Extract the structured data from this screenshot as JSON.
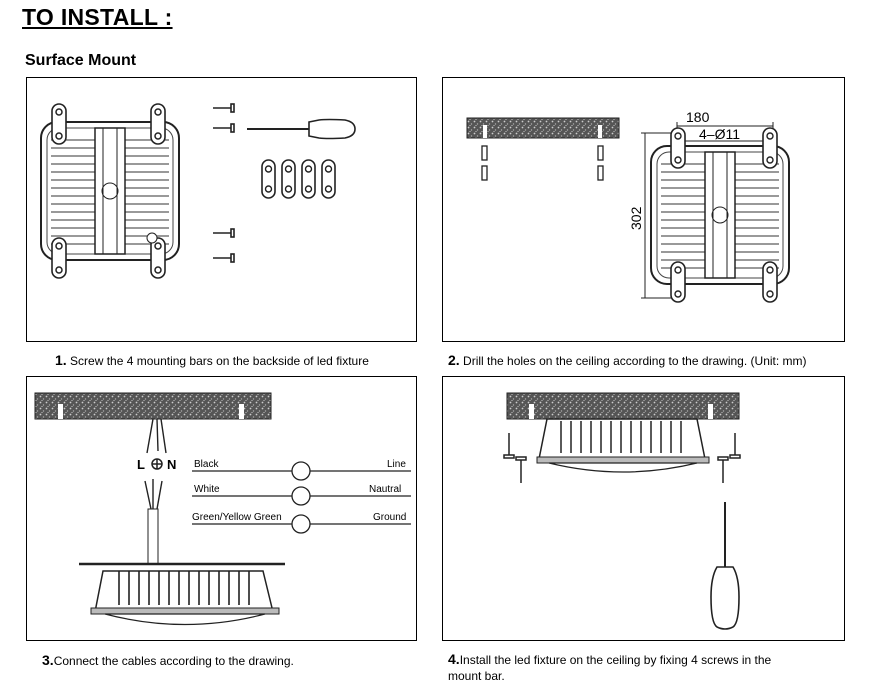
{
  "title": "TO INSTALL :",
  "subtitle": "Surface Mount",
  "steps": [
    {
      "num": "1.",
      "text": "Screw the 4 mounting bars on the backside of led fixture"
    },
    {
      "num": "2.",
      "text": "Drill the holes on the ceiling according to the drawing. (Unit: mm)"
    },
    {
      "num": "3.",
      "text": "Connect the cables according to the drawing."
    },
    {
      "num": "4.",
      "text": "Install the led fixture on the ceiling by fixing 4 screws in the mount bar."
    }
  ],
  "dimensions": {
    "width": "180",
    "holes": "4–Ø11",
    "height": "302"
  },
  "wiring": {
    "terminal_labels": {
      "line": "L",
      "neutral": "N"
    },
    "rows": [
      {
        "left": "Black",
        "right": "Line"
      },
      {
        "left": "White",
        "right": "Nautral"
      },
      {
        "left": "Green/Yellow Green",
        "right": "Ground"
      }
    ]
  }
}
